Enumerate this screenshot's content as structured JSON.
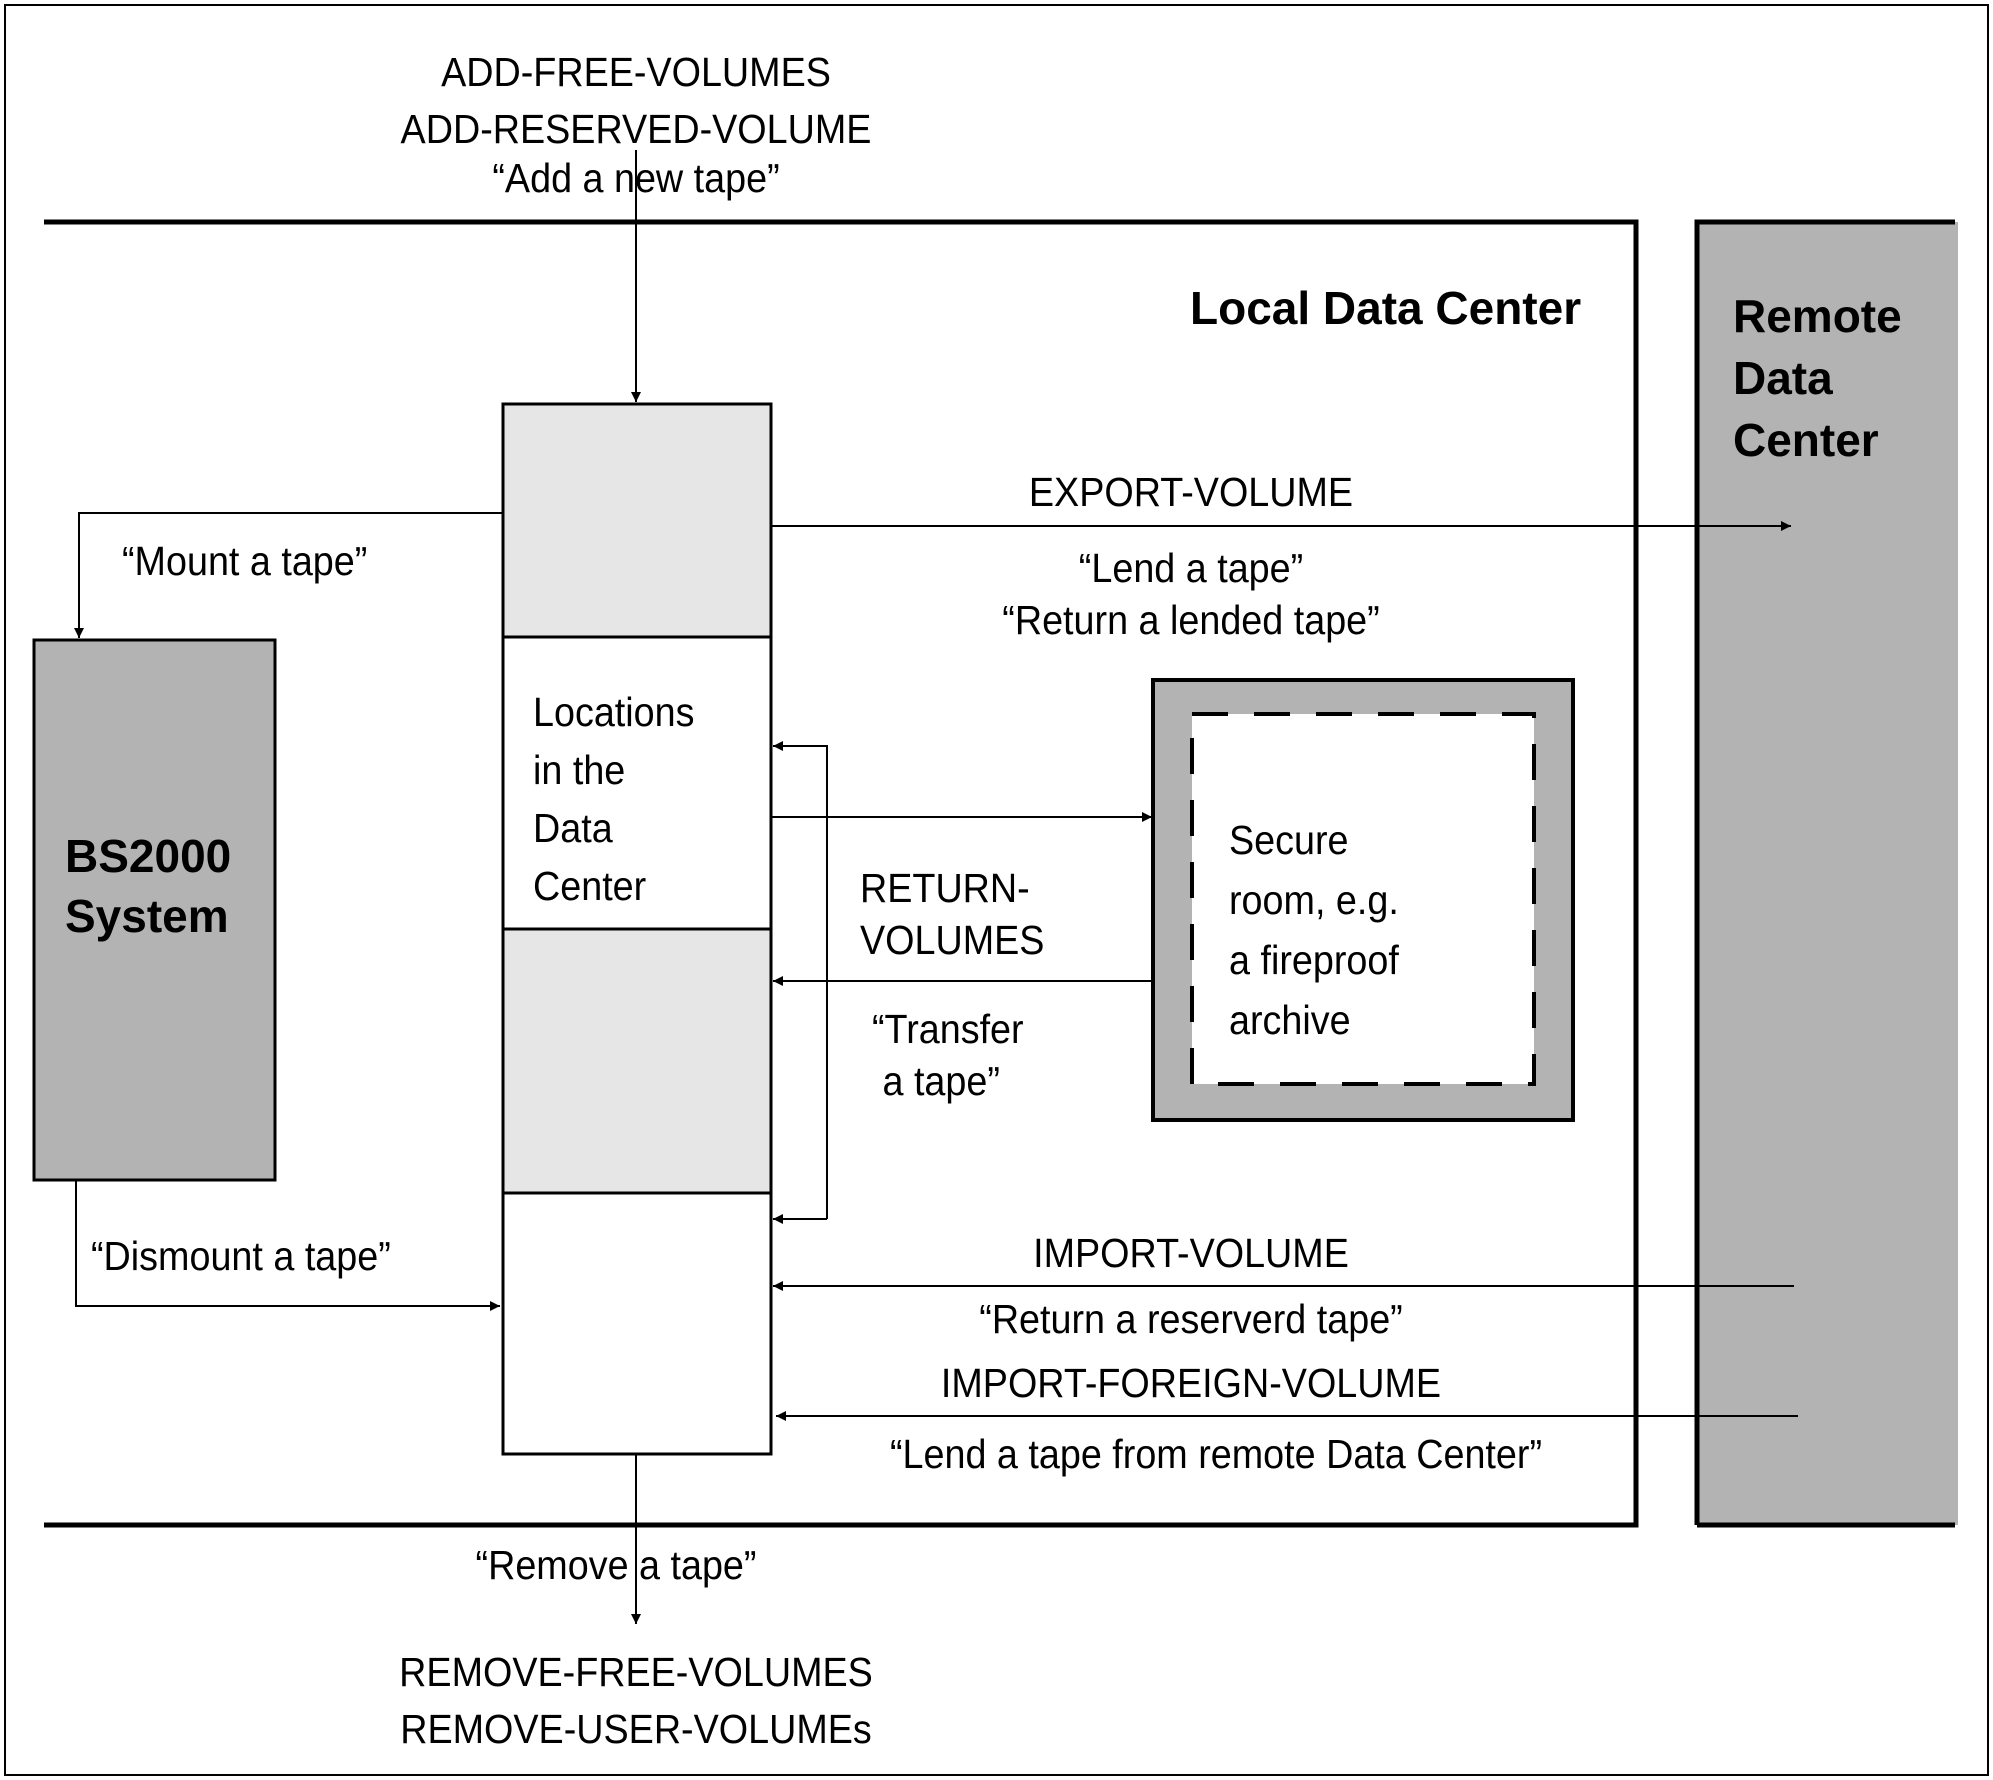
{
  "regions": {
    "local": "Local Data Center",
    "remote": "Remote\nData\nCenter",
    "bs2000": "BS2000\nSystem",
    "locations": "Locations\nin the\nData\nCenter",
    "secure_room": "Secure\nroom, e.g.\na fireproof\narchive"
  },
  "top": {
    "cmd1": "ADD-FREE-VOLUMES",
    "cmd2": "ADD-RESERVED-VOLUME",
    "caption": "“Add a new tape”"
  },
  "bottom": {
    "caption": "“Remove a tape”",
    "cmd1": "REMOVE-FREE-VOLUMES",
    "cmd2": "REMOVE-USER-VOLUMEs"
  },
  "flows": {
    "mount": "“Mount a tape”",
    "dismount": "“Dismount a tape”",
    "export_cmd": "EXPORT-VOLUME",
    "export_cap1": "“Lend a tape”",
    "export_cap2": "“Return a lended tape”",
    "return_cmd": "RETURN-\nVOLUMES",
    "return_cap": "“Transfer\n a tape”",
    "import_cmd": "IMPORT-VOLUME",
    "import_cap": "“Return a reserverd tape”",
    "import_foreign_cmd": "IMPORT-FOREIGN-VOLUME",
    "import_foreign_cap": "“Lend a tape from remote Data Center”"
  },
  "colors": {
    "dark_gray": "#b3b3b3",
    "light_gray": "#e6e6e6",
    "line": "#000000"
  }
}
